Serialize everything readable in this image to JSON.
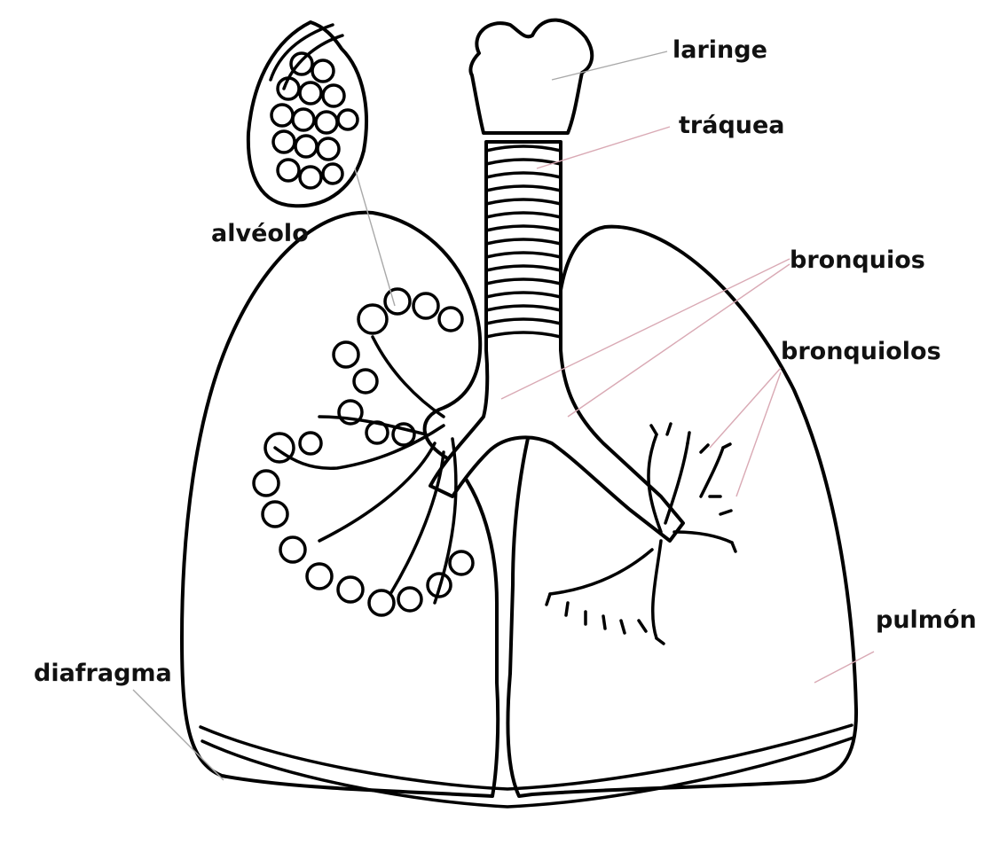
{
  "labels": {
    "laringe": "laringe",
    "traquea": "tráquea",
    "bronquios": "bronquios",
    "bronquiolos": "bronquiolos",
    "alveolo": "alvéolo",
    "pulmon": "pulmón",
    "diafragma": "diafragma"
  },
  "colors": {
    "outline": "#000000",
    "leader_lines": "#d9a9b4",
    "background": "#ffffff"
  }
}
